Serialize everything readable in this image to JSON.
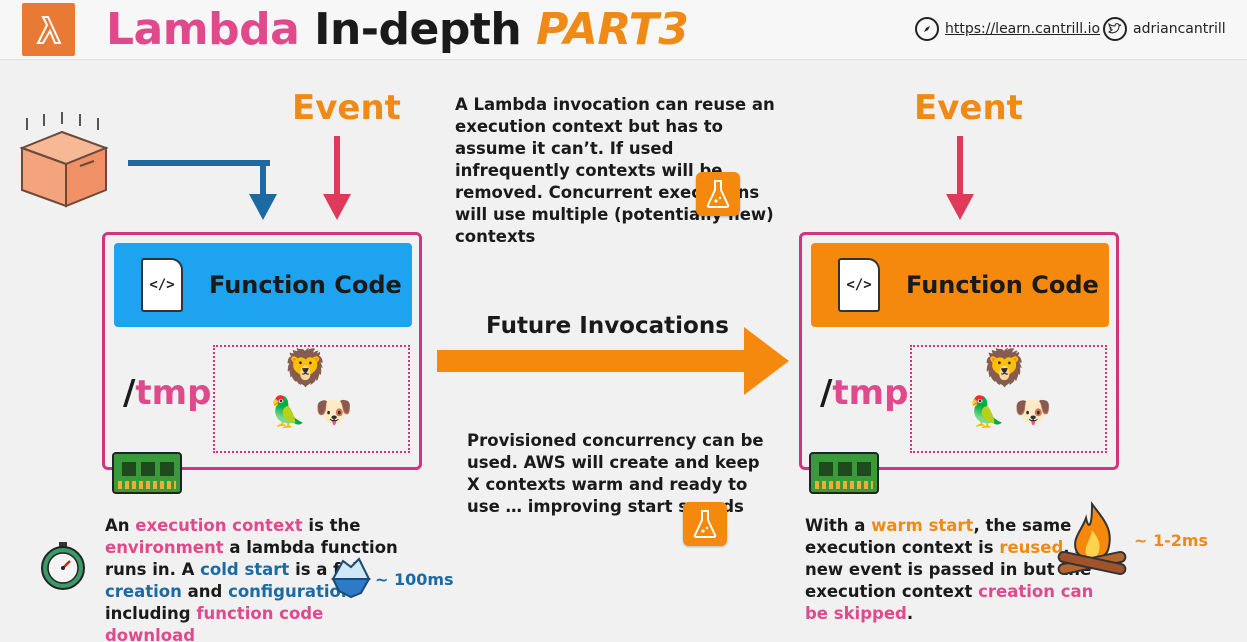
{
  "header": {
    "title_part1": "Lambda",
    "title_part2": " In-depth ",
    "title_part3": "PART3",
    "website": "https://learn.cantrill.io",
    "twitter": "adriancantrill",
    "logo_glyph": "λ"
  },
  "events": {
    "left_label": "Event",
    "right_label": "Event"
  },
  "context_left": {
    "function_label": "Function Code",
    "code_glyph": "</>",
    "tmp_slash": "/",
    "tmp_word": "tmp"
  },
  "context_right": {
    "function_label": "Function Code",
    "code_glyph": "</>",
    "tmp_slash": "/",
    "tmp_word": "tmp"
  },
  "future_invocations": "Future Invocations",
  "reuse_text": "A Lambda invocation can reuse an execution context but has to assume it can’t. If used infrequently contexts will be removed. Concurrent executions will use multiple (potentially new) contexts",
  "provisioned_text": "Provisioned concurrency can be used. AWS will create and keep X contexts warm and ready to use … improving start speeds",
  "cold": {
    "s1": "An ",
    "s2": "execution context",
    "s3": " is the ",
    "s4": "environment",
    "s5": " a lambda function runs in. A ",
    "s6": "cold start",
    "s7": " is a full ",
    "s8": "creation",
    "s9": " and ",
    "s10": "configuration",
    "s11": " including ",
    "s12": "function code download",
    "timing": "~ 100ms"
  },
  "warm": {
    "s1": "With a ",
    "s2": "warm start",
    "s3": ", the same execution context is ",
    "s4": "reused",
    "s5": ". A new event is passed in but the execution context ",
    "s6": "creation can be skipped",
    "s7": ".",
    "timing": "~ 1-2ms"
  },
  "icons": {
    "compass": "⊘",
    "twitter": "🐦",
    "lion": "🦁",
    "parrot": "🦜",
    "dog": "🐶",
    "flask": "⚗",
    "stopwatch": "⏱",
    "iceberg": "🧊",
    "campfire": "🔥"
  },
  "colors": {
    "pink": "#e0498b",
    "orange": "#f08a16",
    "blue": "#1b6aa3",
    "function_blue": "#1ea3f0",
    "function_orange": "#f5890e",
    "arrow_red": "#de3b5a"
  }
}
